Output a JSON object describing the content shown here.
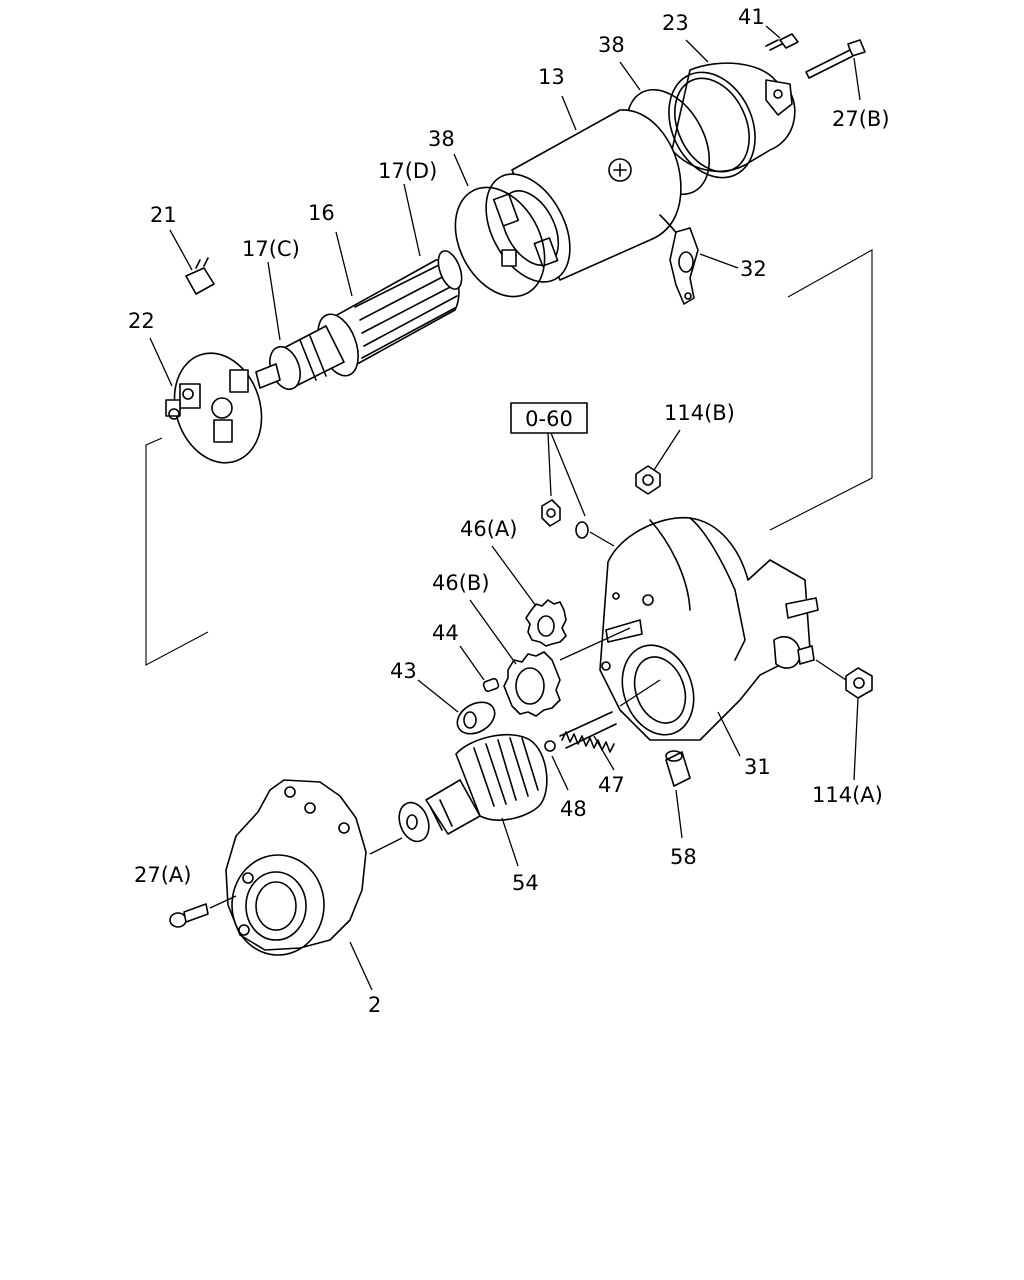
{
  "diagram": {
    "type": "exploded-parts-diagram",
    "part_labels": {
      "p2": "2",
      "p13": "13",
      "p16": "16",
      "p17c": "17(C)",
      "p17d": "17(D)",
      "p21": "21",
      "p22": "22",
      "p23": "23",
      "p27a": "27(A)",
      "p27b": "27(B)",
      "p31": "31",
      "p32": "32",
      "p38a": "38",
      "p38b": "38",
      "p41": "41",
      "p43": "43",
      "p44": "44",
      "p46a": "46(A)",
      "p46b": "46(B)",
      "p47": "47",
      "p48": "48",
      "p54": "54",
      "p58": "58",
      "p114a": "114(A)",
      "p114b": "114(B)"
    },
    "reference_box": "0-60",
    "line_color": "#000000",
    "background": "#ffffff"
  }
}
